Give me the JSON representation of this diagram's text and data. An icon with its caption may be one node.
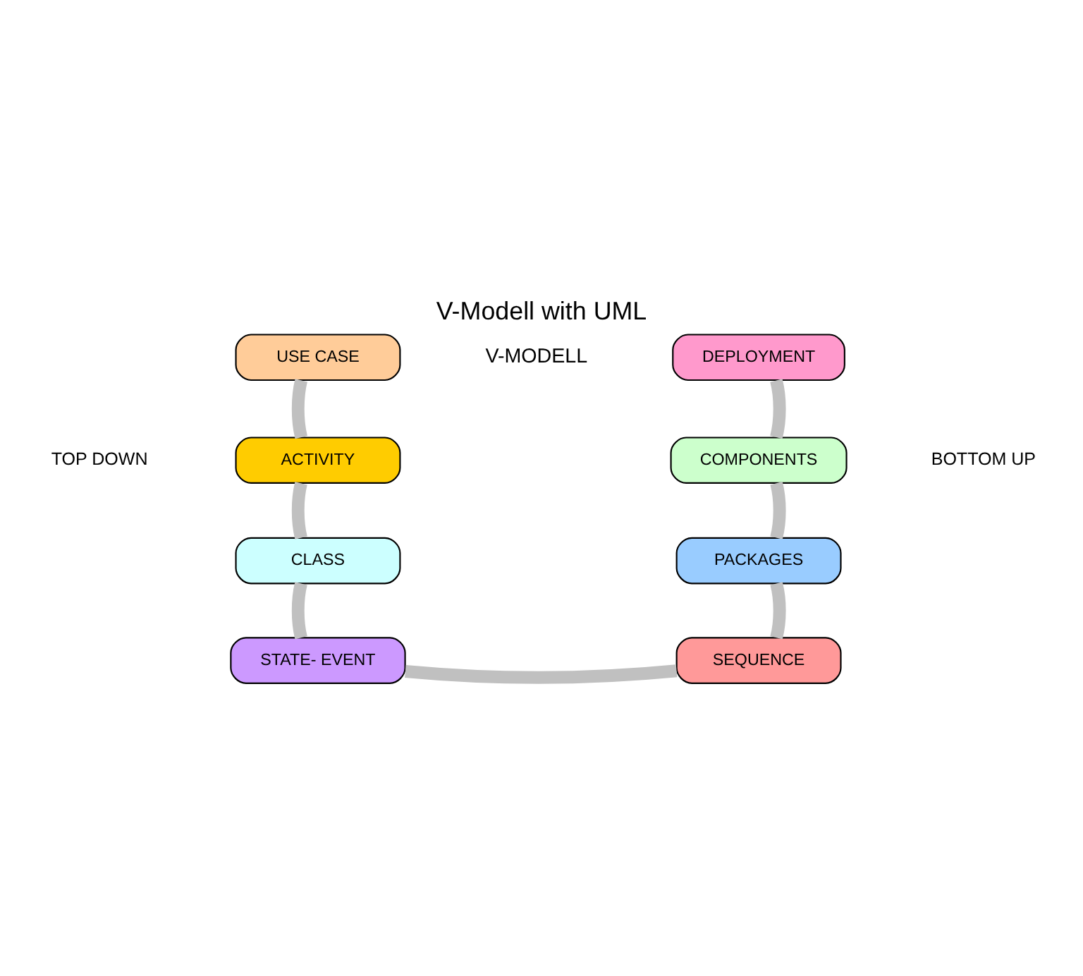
{
  "diagram": {
    "title": "V-Modell with UML",
    "nodes": [
      {
        "text": [
          "USE CASE"
        ]
      },
      {
        "text": [
          "ACTIVITY"
        ]
      },
      {
        "text": [
          "CLASS"
        ]
      },
      {
        "text": [
          "STATE- EVENT"
        ]
      },
      {
        "text": [
          "SEQUENCE"
        ]
      },
      {
        "text": [
          "PACKAGES"
        ]
      },
      {
        "text": [
          "COMPONENTS"
        ]
      },
      {
        "text": [
          "DEPLOYMENT"
        ]
      }
    ],
    "edges": [
      {
        "from": 0,
        "to": 1,
        "arrow": "none"
      },
      {
        "from": 1,
        "to": 2,
        "arrow": "none"
      },
      {
        "from": 2,
        "to": 3,
        "arrow": "none"
      },
      {
        "from": 3,
        "to": 4,
        "arrow": "none"
      },
      {
        "from": 4,
        "to": 5,
        "arrow": "none"
      },
      {
        "from": 5,
        "to": 6,
        "arrow": "none"
      },
      {
        "from": 6,
        "to": 7,
        "arrow": "none"
      }
    ],
    "labels": [
      "V-MODELL",
      "TOP DOWN",
      "BOTTOM UP"
    ]
  }
}
